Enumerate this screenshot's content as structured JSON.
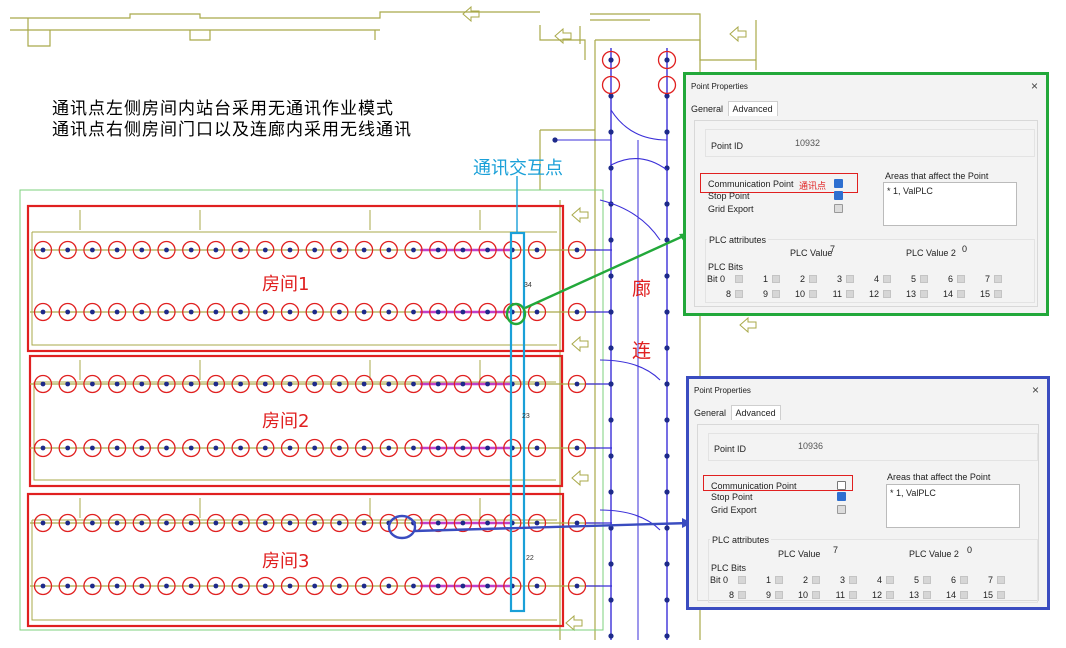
{
  "notes": {
    "line1": "通讯点左侧房间内站台采用无通讯作业模式",
    "line2": "通讯点右侧房间门口以及连廊内采用无线通讯"
  },
  "exchange_label": "通讯交互点",
  "rooms": [
    "房间1",
    "房间2",
    "房间3"
  ],
  "corridor_chars": [
    "廊",
    "连"
  ],
  "strip_numbers": [
    "34",
    "23",
    "22"
  ],
  "colors": {
    "red": "#e02020",
    "green": "#22a83a",
    "blue": "#3a4cc0",
    "cyan": "#1aa0d8",
    "track": "#a9a94a",
    "path": "#3b2fd8"
  },
  "dialog1": {
    "title": "Point Properties",
    "close": "×",
    "tab_general": "General",
    "tab_advanced": "Advanced",
    "point_id_label": "Point ID",
    "point_id": "10932",
    "comm_label": "Communication Point",
    "comm_annotation": "通讯点",
    "comm_checked": true,
    "stop_label": "Stop Point",
    "grid_label": "Grid Export",
    "areas_label": "Areas that affect the Point",
    "areas_value": "* 1, ValPLC",
    "plc_attributes": "PLC attributes",
    "plc_value_label": "PLC Value",
    "plc_value": "7",
    "plc_value2_label": "PLC Value 2",
    "plc_value2": "0",
    "plc_bits_label": "PLC Bits",
    "bit_labels": [
      "Bit 0",
      "1",
      "2",
      "3",
      "4",
      "5",
      "6",
      "7",
      "8",
      "9",
      "10",
      "11",
      "12",
      "13",
      "14",
      "15"
    ]
  },
  "dialog2": {
    "title": "Point Properties",
    "close": "×",
    "tab_general": "General",
    "tab_advanced": "Advanced",
    "point_id_label": "Point ID",
    "point_id": "10936",
    "comm_label": "Communication Point",
    "comm_checked": false,
    "stop_label": "Stop Point",
    "grid_label": "Grid Export",
    "areas_label": "Areas that affect the Point",
    "areas_value": "* 1, ValPLC",
    "plc_attributes": "PLC attributes",
    "plc_value_label": "PLC Value",
    "plc_value": "7",
    "plc_value2_label": "PLC Value 2",
    "plc_value2": "0",
    "plc_bits_label": "PLC Bits",
    "bit_labels": [
      "Bit 0",
      "1",
      "2",
      "3",
      "4",
      "5",
      "6",
      "7",
      "8",
      "9",
      "10",
      "11",
      "12",
      "13",
      "14",
      "15"
    ]
  }
}
